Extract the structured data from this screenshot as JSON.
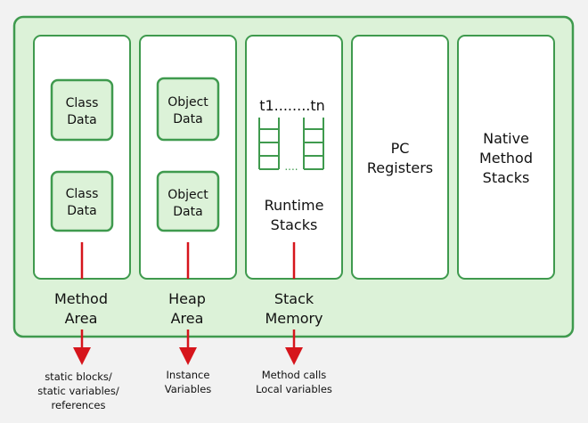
{
  "colors": {
    "background": "#f2f2f2",
    "outer_fill": "#dcf2d8",
    "border": "#3f9a4e",
    "column_fill": "#ffffff",
    "arrow": "#d6151c"
  },
  "columns": [
    {
      "inner_boxes": [
        [
          "Class",
          "Data"
        ],
        [
          "Class",
          "Data"
        ]
      ],
      "label": [
        "Method",
        "Area"
      ],
      "note": [
        "static blocks/",
        "static variables/",
        "references"
      ]
    },
    {
      "inner_boxes": [
        [
          "Object",
          "Data"
        ],
        [
          "Object",
          "Data"
        ]
      ],
      "label": [
        "Heap",
        "Area"
      ],
      "note": [
        "Instance",
        "Variables"
      ]
    },
    {
      "stack_title": "t1........tn",
      "stack_gap": "....",
      "inner_label": [
        "Runtime",
        "Stacks"
      ],
      "label": [
        "Stack",
        "Memory"
      ],
      "note": [
        "Method calls",
        "Local variables"
      ]
    },
    {
      "inner_label": [
        "PC",
        "Registers"
      ]
    },
    {
      "inner_label": [
        "Native",
        "Method",
        "Stacks"
      ]
    }
  ]
}
